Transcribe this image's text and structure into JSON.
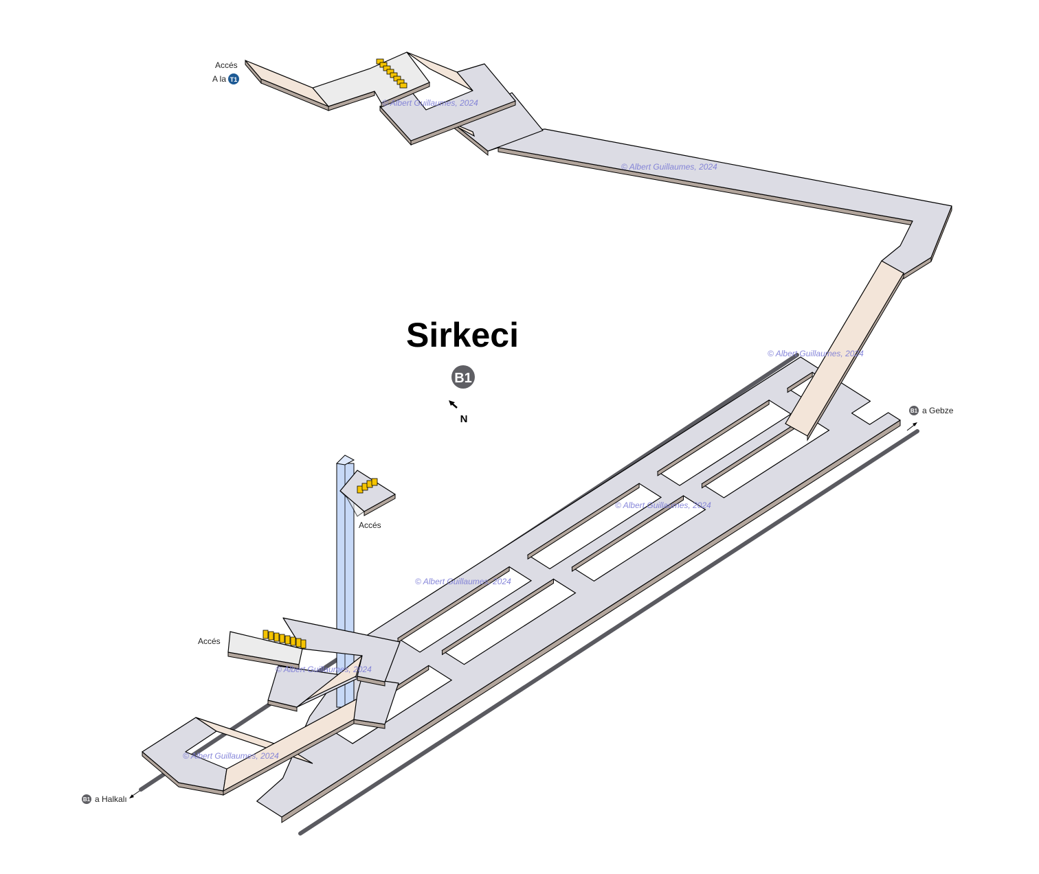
{
  "station": {
    "name": "Sirkeci",
    "line_badge": "B1",
    "north_label": "N"
  },
  "labels": {
    "access_top": "Accés",
    "access_top_line2": "A la",
    "tram_badge": "T1",
    "access_middle": "Accés",
    "access_left": "Accés",
    "direction_east_badge": "B1",
    "direction_east": "a Gebze",
    "direction_west_badge": "B1",
    "direction_west": "a Halkalı"
  },
  "watermarks": [
    "© Albert Guillaumes, 2024",
    "© Albert Guillaumes, 2024",
    "© Albert Guillaumes, 2024",
    "© Albert Guillaumes, 2024",
    "© Albert Guillaumes, 2024",
    "© Albert Guillaumes, 2024",
    "© Albert Guillaumes, 2024"
  ],
  "colors": {
    "line_B1": "#5f5f64",
    "tram_T1": "#1d5a95",
    "escalator": "#f5c400",
    "elevator": "#c7d9f7",
    "watermark": "#7b7bd6"
  }
}
